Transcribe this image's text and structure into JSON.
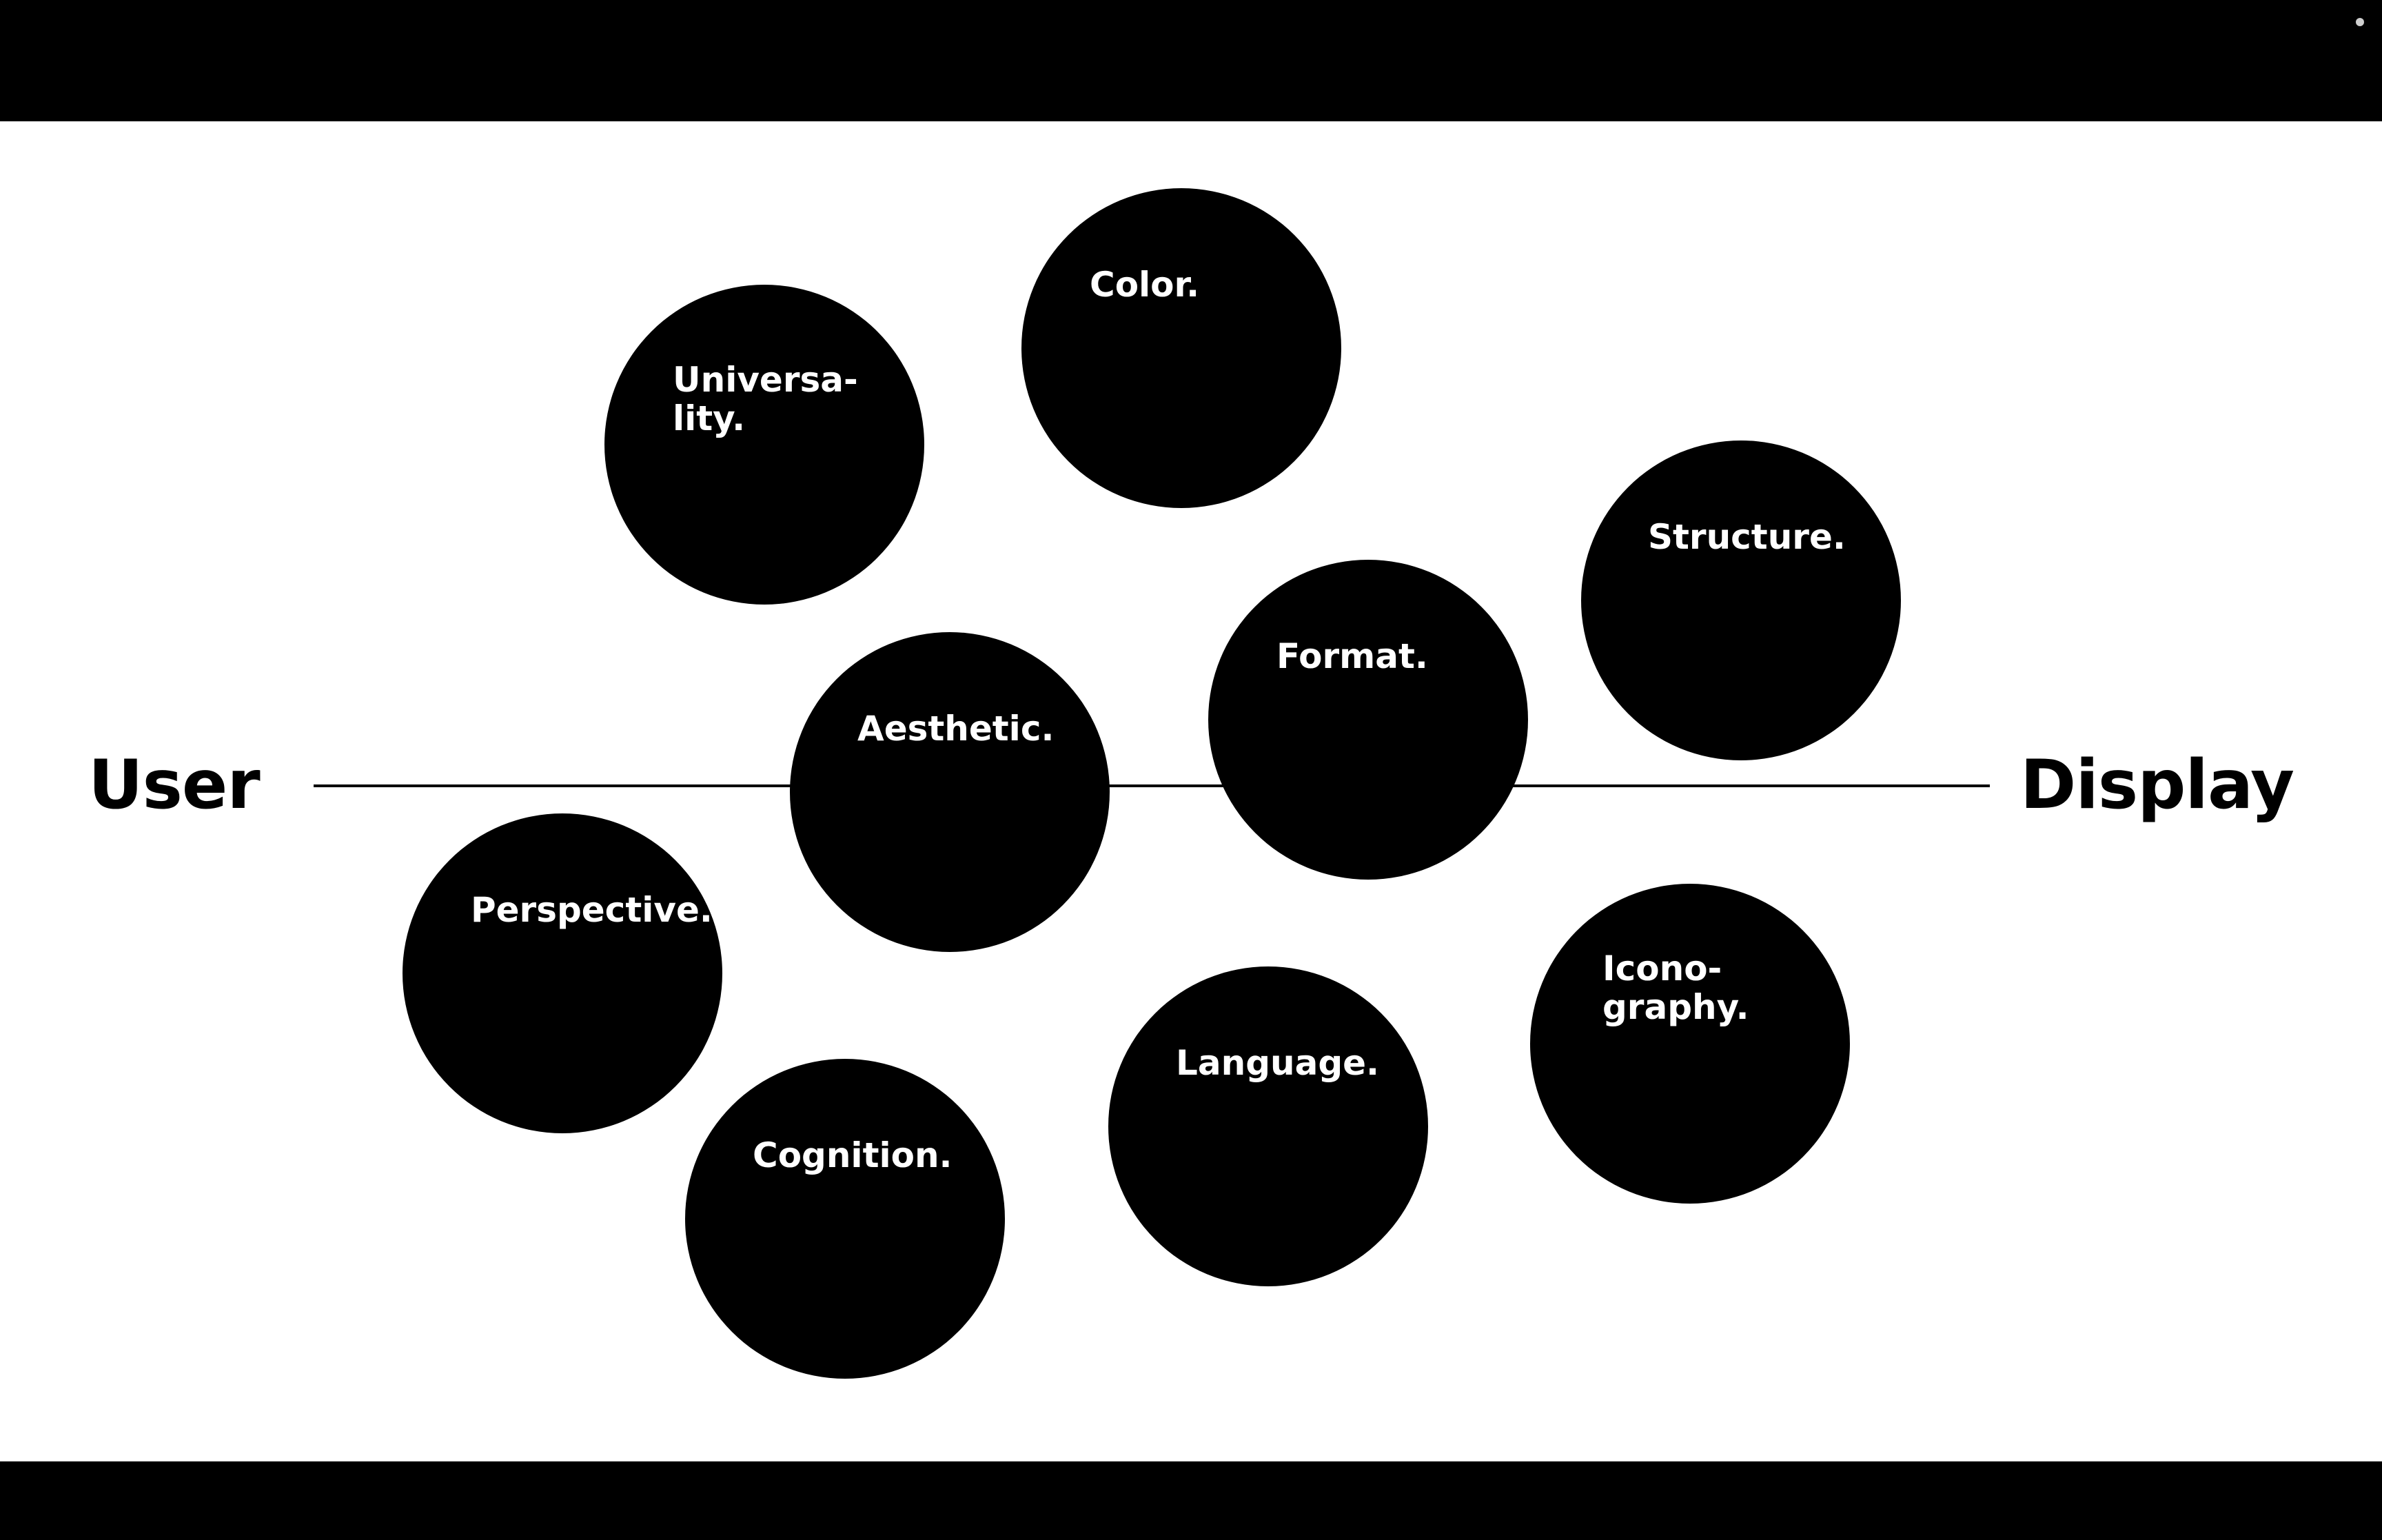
{
  "diagram": {
    "left_label": "User",
    "right_label": "Display",
    "bubbles": {
      "universality": "Universa-\nlity.",
      "color": "Color.",
      "structure": "Structure.",
      "format": "Format.",
      "aesthetic": "Aesthetic.",
      "perspective": "Perspective.",
      "iconography": "Icono-\ngraphy.",
      "language": "Language.",
      "cognition": "Cognition."
    }
  },
  "colors": {
    "background": "#ffffff",
    "bubble_fill": "#000000",
    "bubble_text": "#ffffff",
    "frame": "#000000"
  }
}
